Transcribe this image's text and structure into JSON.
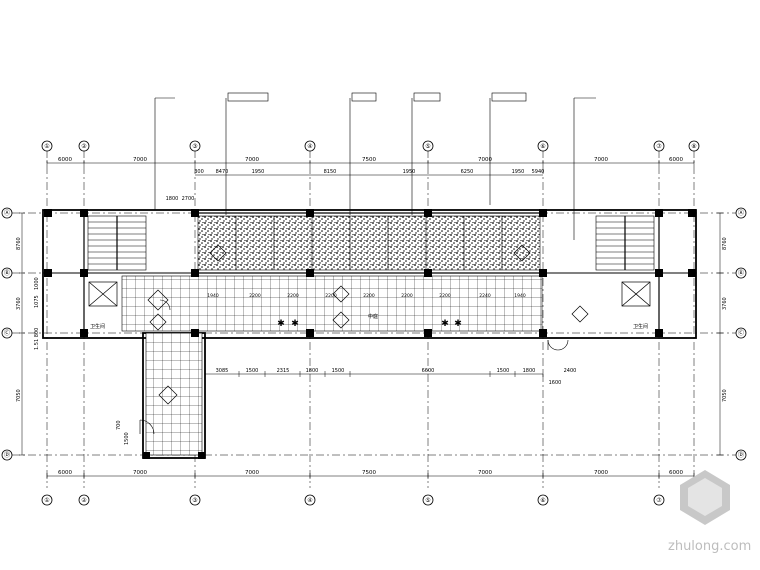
{
  "axes_top": [
    "①",
    "②",
    "③",
    "④",
    "⑤",
    "⑥",
    "⑦",
    "⑧"
  ],
  "axes_bottom": [
    "①",
    "②",
    "③",
    "④",
    "⑤",
    "⑥",
    "⑦",
    "⑧"
  ],
  "axes_left": [
    "Ⓐ",
    "Ⓑ",
    "Ⓒ",
    "Ⓓ"
  ],
  "axes_right": [
    "Ⓐ",
    "Ⓑ",
    "Ⓒ",
    "Ⓓ"
  ],
  "dims_top": [
    "6000",
    "7000",
    "7000",
    "7500",
    "7000",
    "7000",
    "6000"
  ],
  "dims_top_sub": [
    "300",
    "8470",
    "1950",
    "8150",
    "1950",
    "6250",
    "1950",
    "5940"
  ],
  "dims_top_sub2": [
    "1800",
    "2700"
  ],
  "dims_mid_tiles": [
    "1940",
    "2200",
    "2200",
    "2200",
    "2200",
    "2200",
    "2200",
    "2240",
    "1940"
  ],
  "dims_lower": [
    "3085",
    "1500",
    "2315",
    "1800",
    "1500",
    "6600",
    "1500",
    "1800",
    "2400"
  ],
  "dims_lower_tag": "1600",
  "dims_bottom": [
    "6000",
    "7000",
    "7000",
    "7500",
    "7000",
    "7000",
    "6000"
  ],
  "dims_left": [
    "8760",
    "3760",
    "1.51 800",
    "7050"
  ],
  "dims_left_small": [
    "1075",
    "1000",
    "700",
    "1500"
  ],
  "dims_right": [
    "8760",
    "3760",
    "7050"
  ],
  "room_label": "中庭",
  "room_label_right": "卫生间",
  "room_label_left": "卫生间",
  "watermark": "zhulong.com"
}
